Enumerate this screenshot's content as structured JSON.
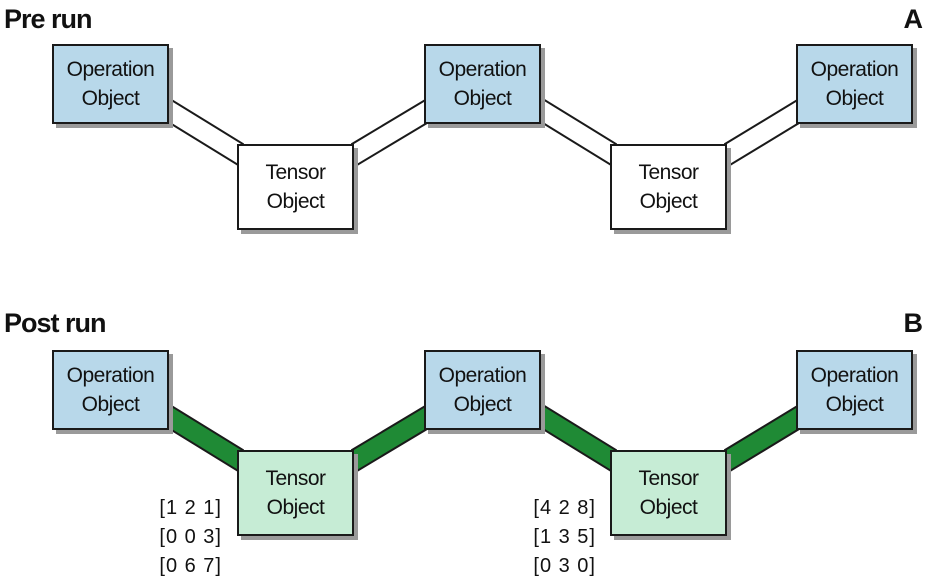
{
  "panels": [
    {
      "title": "Pre run",
      "letter": "A"
    },
    {
      "title": "Post run",
      "letter": "B"
    }
  ],
  "labels": {
    "operation": "Operation\nObject",
    "tensor": "Tensor\nObject"
  },
  "colors": {
    "operation_fill": "#b8d8ea",
    "tensor_fill_pre": "#ffffff",
    "tensor_fill_post": "#c6ecd5",
    "edge_post": "#1f8a35",
    "border": "#1a1a1a"
  },
  "matrices": [
    {
      "rows": [
        "[1 2 1]",
        "[0 0 3]",
        "[0 6 7]"
      ]
    },
    {
      "rows": [
        "[4 2 8]",
        "[1 3 5]",
        "[0 3 0]"
      ]
    }
  ]
}
